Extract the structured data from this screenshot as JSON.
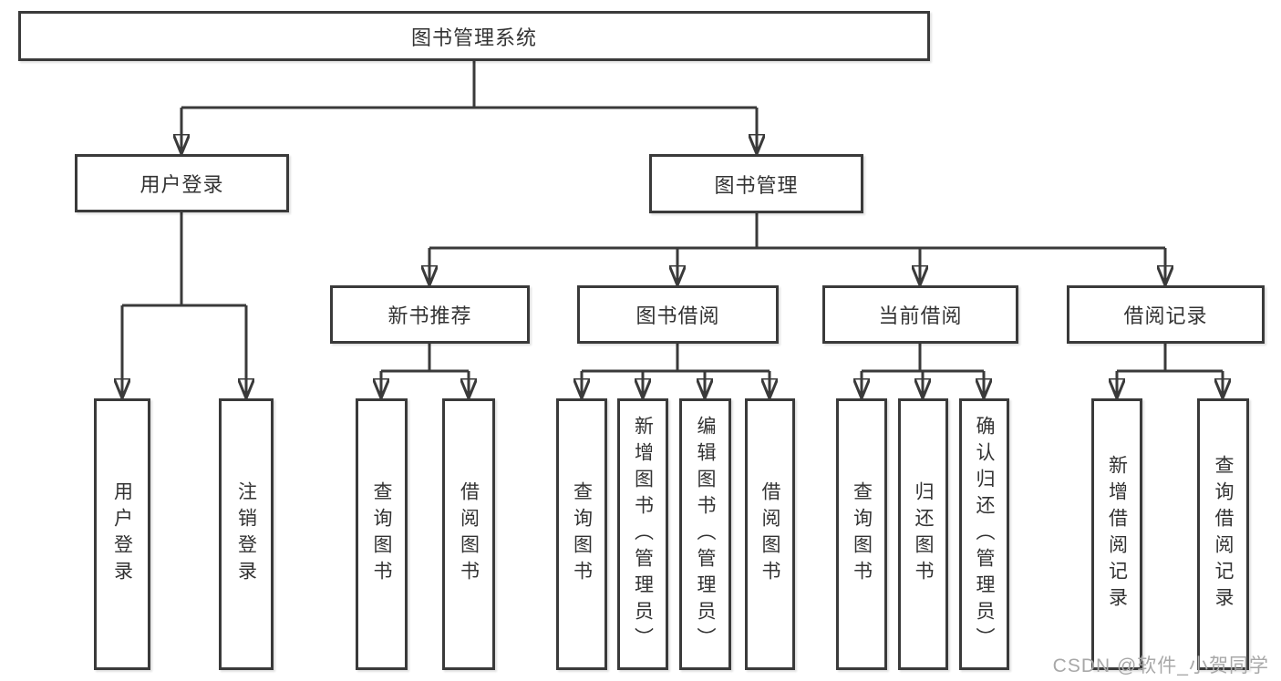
{
  "colors": {
    "line": "#3a3a3a",
    "text": "#333333",
    "box_bg": "#ffffff",
    "watermark": "#a8a8a8"
  },
  "diagram": {
    "type": "hierarchy-tree",
    "root": {
      "label": "图书管理系统"
    },
    "level2": {
      "user_login": {
        "label": "用户登录"
      },
      "book_mgmt": {
        "label": "图书管理"
      }
    },
    "level3": {
      "new_books": {
        "label": "新书推荐",
        "parent": "图书管理"
      },
      "book_borrow": {
        "label": "图书借阅",
        "parent": "图书管理"
      },
      "current_borrow": {
        "label": "当前借阅",
        "parent": "图书管理"
      },
      "borrow_records": {
        "label": "借阅记录",
        "parent": "图书管理"
      }
    },
    "leaves": {
      "user_login": {
        "label": "用户登录",
        "parent": "用户登录"
      },
      "logout": {
        "label": "注销登录",
        "parent": "用户登录"
      },
      "nb_query": {
        "label": "查询图书",
        "parent": "新书推荐"
      },
      "nb_borrow": {
        "label": "借阅图书",
        "parent": "新书推荐"
      },
      "bb_query": {
        "label": "查询图书",
        "parent": "图书借阅"
      },
      "bb_add": {
        "label": "新增图书（管理员）",
        "parent": "图书借阅"
      },
      "bb_edit": {
        "label": "编辑图书（管理员）",
        "parent": "图书借阅"
      },
      "bb_borrow": {
        "label": "借阅图书",
        "parent": "图书借阅"
      },
      "cb_query": {
        "label": "查询图书",
        "parent": "当前借阅"
      },
      "cb_return": {
        "label": "归还图书",
        "parent": "当前借阅"
      },
      "cb_confirm": {
        "label": "确认归还（管理员）",
        "parent": "当前借阅"
      },
      "br_add": {
        "label": "新增借阅记录",
        "parent": "借阅记录"
      },
      "br_query": {
        "label": "查询借阅记录",
        "parent": "借阅记录"
      }
    },
    "watermark": "CSDN @软件_小贺同学"
  }
}
